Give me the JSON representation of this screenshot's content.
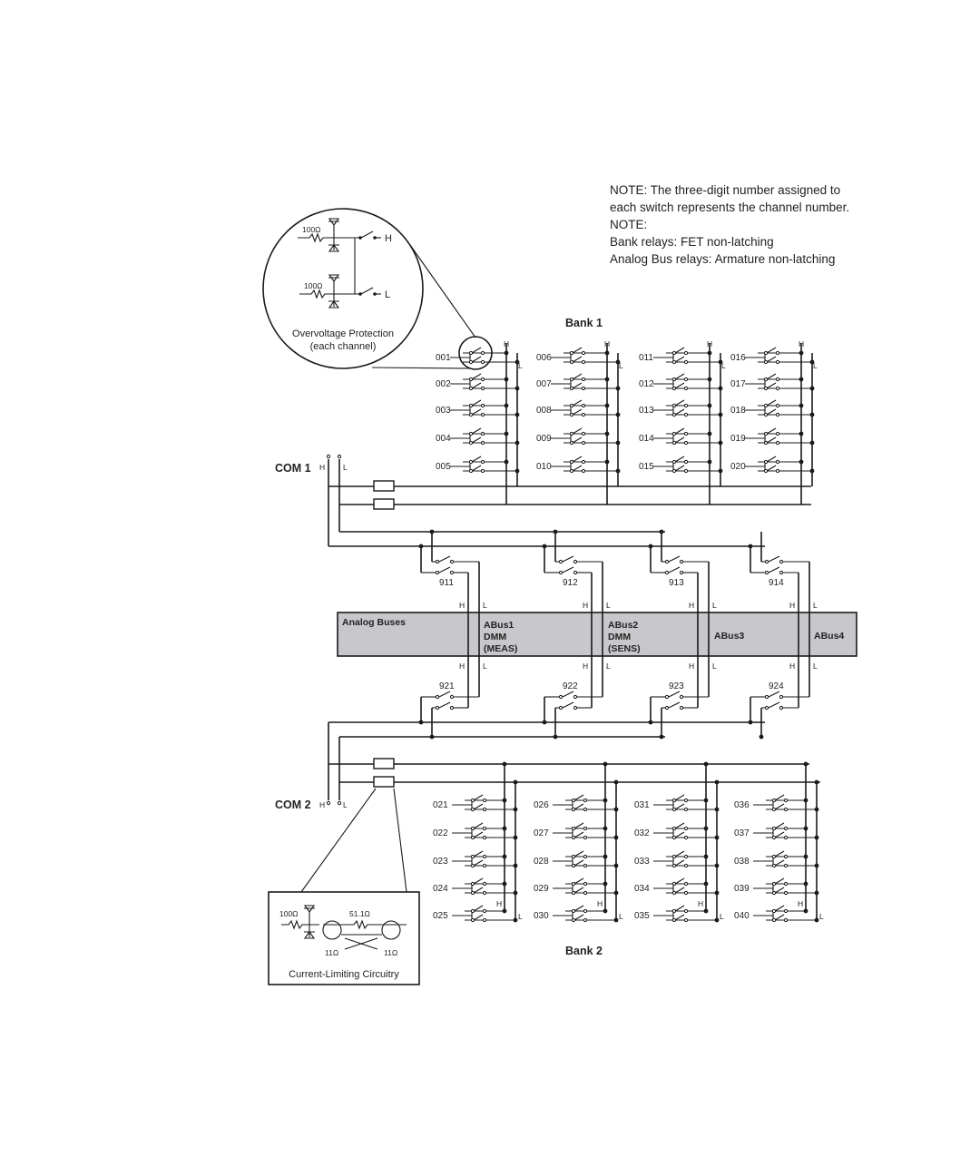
{
  "note": {
    "line1": "NOTE: The three-digit number assigned to",
    "line2": "each switch represents the channel number.",
    "line3": "NOTE:",
    "line4": "Bank relays: FET non-latching",
    "line5": "Analog Bus relays: Armature non-latching"
  },
  "overvoltage": {
    "r1": "100Ω",
    "r2": "100Ω",
    "h": "H",
    "l": "L",
    "label1": "Overvoltage Protection",
    "label2": "(each channel)"
  },
  "current_limit": {
    "r1": "100Ω",
    "r2": "51.1Ω",
    "r3": "11Ω",
    "r4": "11Ω",
    "label": "Current-Limiting Circuitry"
  },
  "bank1": {
    "title": "Bank 1",
    "columns": [
      [
        "001",
        "002",
        "003",
        "004",
        "005"
      ],
      [
        "006",
        "007",
        "008",
        "009",
        "010"
      ],
      [
        "011",
        "012",
        "013",
        "014",
        "015"
      ],
      [
        "016",
        "017",
        "018",
        "019",
        "020"
      ]
    ]
  },
  "bank2": {
    "title": "Bank 2",
    "columns": [
      [
        "021",
        "022",
        "023",
        "024",
        "025"
      ],
      [
        "026",
        "027",
        "028",
        "029",
        "030"
      ],
      [
        "031",
        "032",
        "033",
        "034",
        "035"
      ],
      [
        "036",
        "037",
        "038",
        "039",
        "040"
      ]
    ]
  },
  "com1": {
    "label": "COM 1",
    "h": "H",
    "l": "L"
  },
  "com2": {
    "label": "COM 2",
    "h": "H",
    "l": "L"
  },
  "bus_relays_top": [
    "911",
    "912",
    "913",
    "914"
  ],
  "bus_relays_bottom": [
    "921",
    "922",
    "923",
    "924"
  ],
  "analog_buses": {
    "title": "Analog Buses",
    "abus1": [
      "ABus1",
      "DMM",
      "(MEAS)"
    ],
    "abus2": [
      "ABus2",
      "DMM",
      "(SENS)"
    ],
    "abus3": "ABus3",
    "abus4": "ABus4",
    "h": "H",
    "l": "L"
  },
  "colors": {
    "bus_fill": "#c8c8cc",
    "line": "#1a1a1a"
  }
}
